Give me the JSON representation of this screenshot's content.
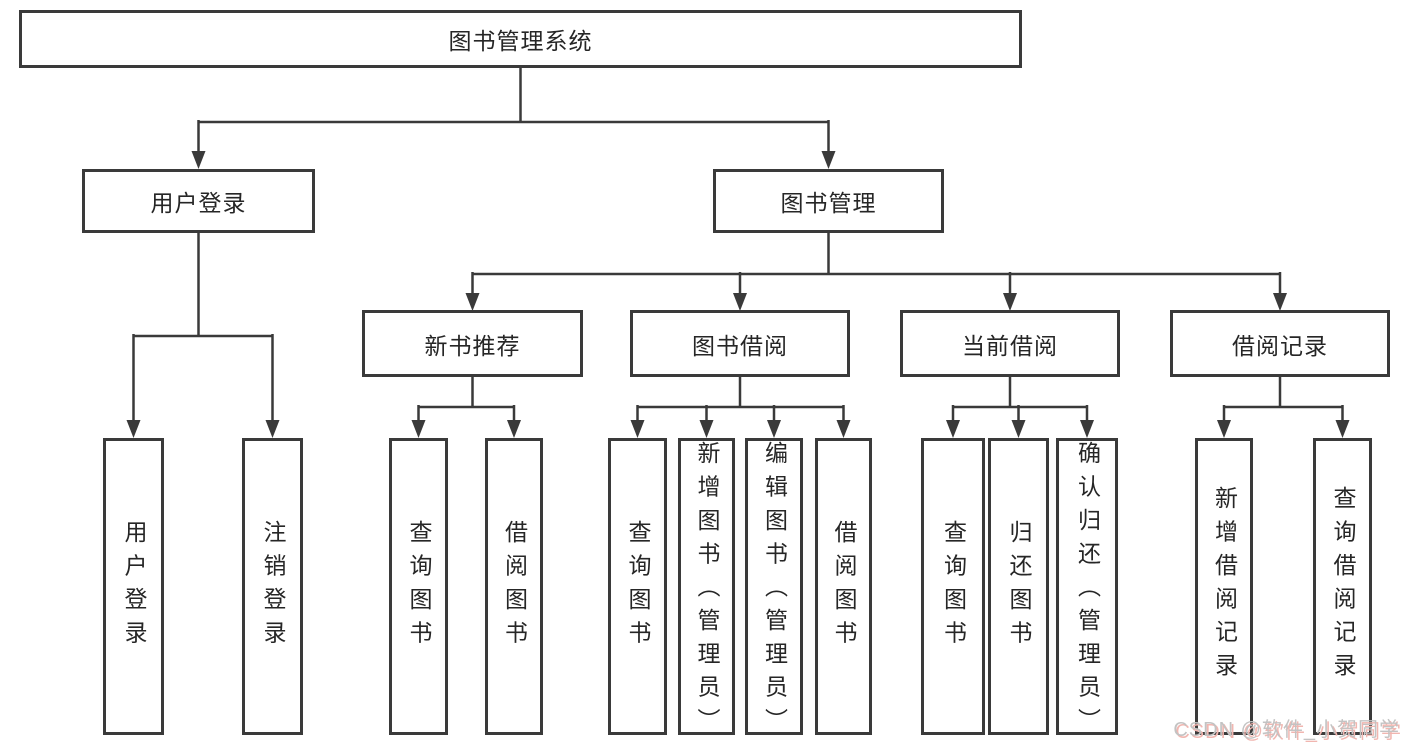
{
  "diagram": {
    "tree": {
      "root": "图书管理系统",
      "branches": [
        {
          "label": "用户登录",
          "children": [
            {
              "label": "用户登录"
            },
            {
              "label": "注销登录"
            }
          ]
        },
        {
          "label": "图书管理",
          "children": [
            {
              "label": "新书推荐",
              "children": [
                {
                  "label": "查询图书"
                },
                {
                  "label": "借阅图书"
                }
              ]
            },
            {
              "label": "图书借阅",
              "children": [
                {
                  "label": "查询图书"
                },
                {
                  "label": "新增图书（管理员）"
                },
                {
                  "label": "编辑图书（管理员）"
                },
                {
                  "label": "借阅图书"
                }
              ]
            },
            {
              "label": "当前借阅",
              "children": [
                {
                  "label": "查询图书"
                },
                {
                  "label": "归还图书"
                },
                {
                  "label": "确认归还（管理员）"
                }
              ]
            },
            {
              "label": "借阅记录",
              "children": [
                {
                  "label": "新增借阅记录"
                },
                {
                  "label": "查询借阅记录"
                }
              ]
            }
          ]
        }
      ]
    },
    "colors": {
      "line": "#3a3a3a",
      "box_border": "#3a3a3a",
      "text": "#262626",
      "watermark_gray": "#c3c3c3",
      "watermark_pink": "#f1b6b0"
    }
  },
  "watermark": "CSDN @软件_小贺同学"
}
